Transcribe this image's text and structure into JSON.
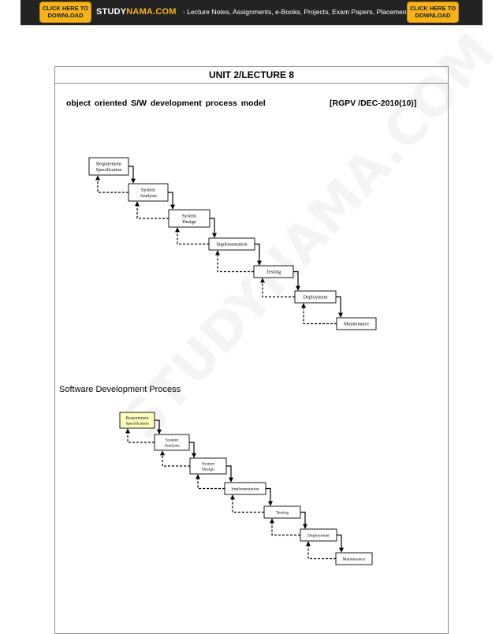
{
  "banner": {
    "download_left": "CLICK HERE TO\nDOWNLOAD",
    "download_right": "CLICK HERE TO\nDOWNLOAD",
    "brand_study": "STUDY",
    "brand_nama": "NAMA.COM",
    "tagline": "- Lecture Notes, Assignments, e-Books, Projects, Exam Papers, Placement Guides",
    "colors": {
      "background": "#232323",
      "button": "#f6b31c",
      "brand_accent": "#f6b31c"
    }
  },
  "page": {
    "title": "UNIT 2/LECTURE 8",
    "heading": "object oriented S/W development process model",
    "reference": "[RGPV /DEC-2010(10)]",
    "section_title": "Software Development Process",
    "watermark": "STUDYNAMA.COM"
  },
  "diagram1": {
    "stages": [
      {
        "lines": [
          "Requirement",
          "Specification"
        ]
      },
      {
        "lines": [
          "System",
          "Analysis"
        ]
      },
      {
        "lines": [
          "System",
          "Design"
        ]
      },
      {
        "lines": [
          "Implementation"
        ]
      },
      {
        "lines": [
          "Testing"
        ]
      },
      {
        "lines": [
          "Deployment"
        ]
      },
      {
        "lines": [
          "Maintenance"
        ]
      }
    ]
  },
  "diagram2": {
    "highlight_color": "#ffffc0",
    "stages": [
      {
        "lines": [
          "Requirement",
          "Specification"
        ],
        "highlighted": true
      },
      {
        "lines": [
          "System",
          "Analysis"
        ]
      },
      {
        "lines": [
          "System",
          "Design"
        ]
      },
      {
        "lines": [
          "Implementation"
        ]
      },
      {
        "lines": [
          "Testing"
        ]
      },
      {
        "lines": [
          "Deployment"
        ]
      },
      {
        "lines": [
          "Maintenance"
        ]
      }
    ]
  }
}
